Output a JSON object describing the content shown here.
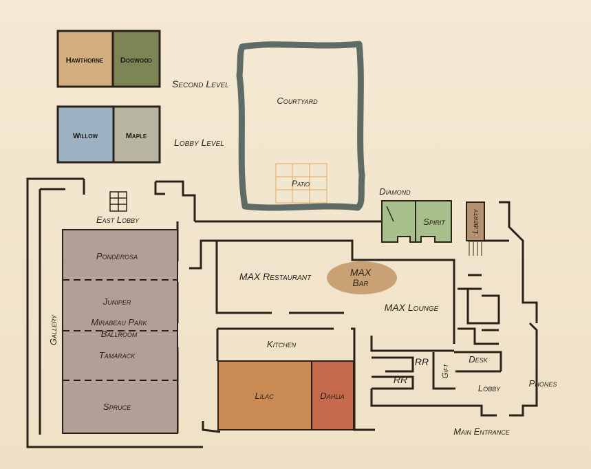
{
  "legend": {
    "second_level": {
      "label": "Second Level",
      "rooms": [
        "Hawthorne",
        "Dogwood"
      ]
    },
    "lobby_level": {
      "label": "Lobby Level",
      "rooms": [
        "Willow",
        "Maple"
      ]
    }
  },
  "rooms": {
    "courtyard": "Courtyard",
    "patio": "Patio",
    "diamond": "Diamond",
    "spirit": "Spirit",
    "liberty": "Liberty",
    "east_lobby": "East Lobby",
    "ponderosa": "Ponderosa",
    "juniper": "Juniper",
    "mirabeau_line1": "Mirabeau Park",
    "mirabeau_line2": "Ballroom",
    "tamarack": "Tamarack",
    "spruce": "Spruce",
    "gallery": "Gallery",
    "max_restaurant": "MAX Restaurant",
    "max_bar_line1": "MAX",
    "max_bar_line2": "Bar",
    "max_lounge": "MAX Lounge",
    "kitchen": "Kitchen",
    "lilac": "Lilac",
    "dahlia": "Dahlia",
    "rr1": "RR",
    "rr2": "RR",
    "gift": "Gift",
    "desk": "Desk",
    "lobby": "Lobby",
    "phones": "Phones",
    "main_entrance": "Main Entrance"
  },
  "colors": {
    "hawthorne": "#d2ad7f",
    "dogwood": "#7b8556",
    "willow": "#9cb1c2",
    "maple": "#b9b5a3",
    "ballroom": "#b29f96",
    "lilac": "#c98a54",
    "dahlia": "#c56a4d",
    "green_rooms": "#a7bf8a",
    "liberty": "#b49070",
    "bar": "#c8a274",
    "courtyard_border": "#5f6b66",
    "wall": "#2a2218"
  }
}
